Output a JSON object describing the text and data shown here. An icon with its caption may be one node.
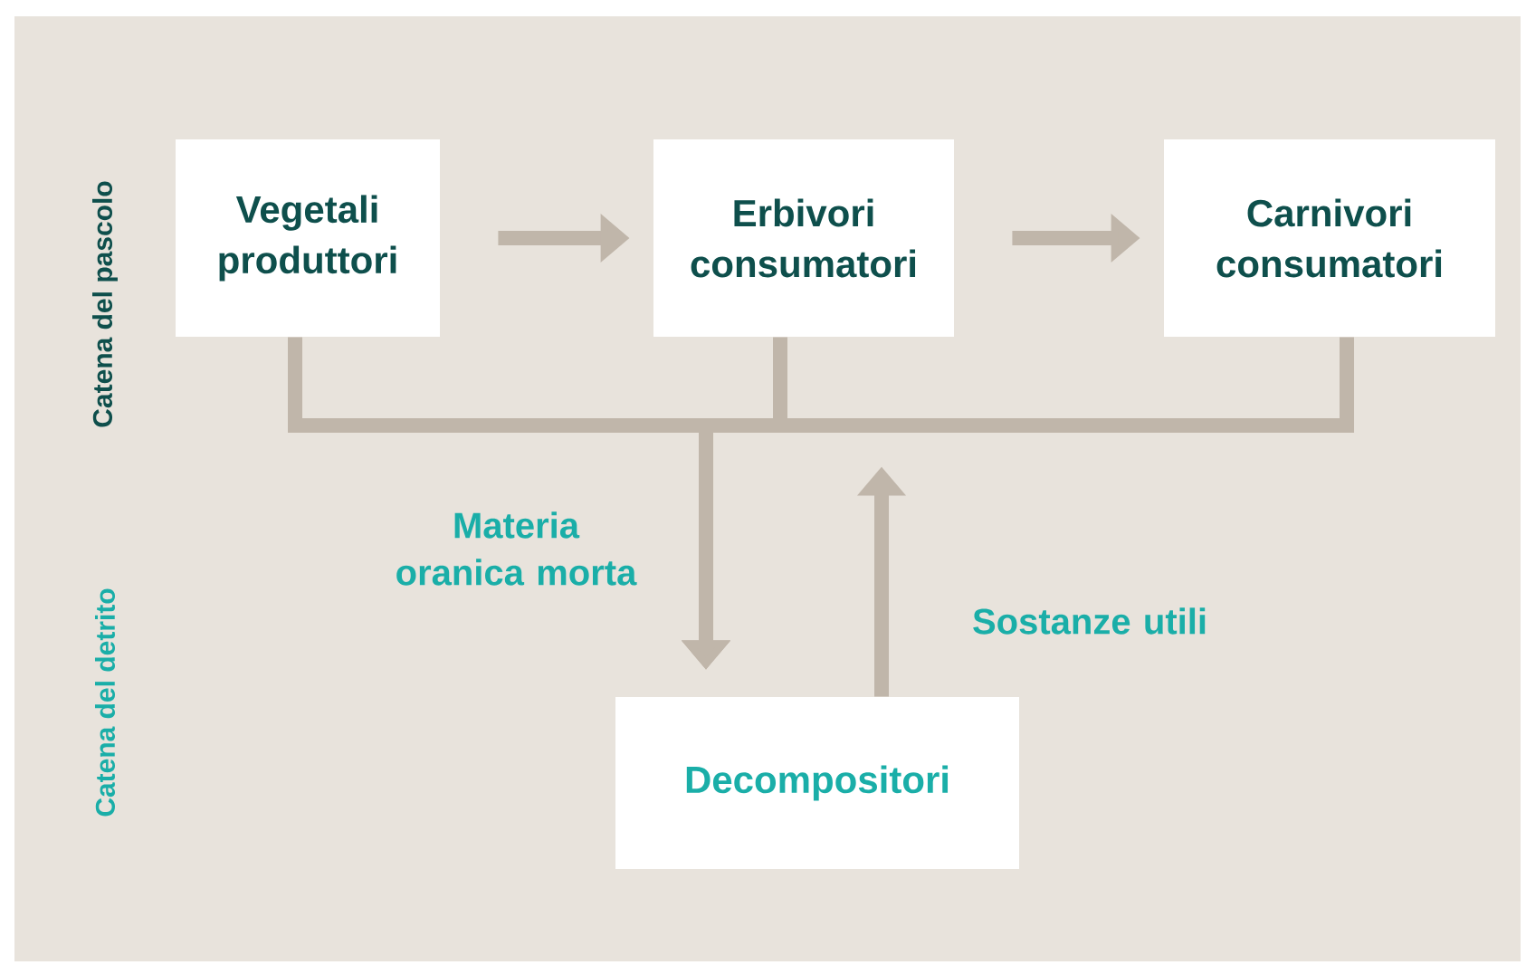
{
  "diagram": {
    "nodes": [
      {
        "text": [
          "Vegetali produttori"
        ]
      },
      {
        "text": [
          "Erbivori consumatori"
        ]
      },
      {
        "text": [
          "Carnivori consumatori"
        ]
      },
      {
        "text": [
          "Decompositori"
        ]
      }
    ],
    "edges": [
      {
        "from": 0,
        "to": 1,
        "arrow": "to"
      },
      {
        "from": 1,
        "to": 2,
        "arrow": "to"
      },
      {
        "from": 0,
        "to": 3,
        "arrow": "to"
      },
      {
        "from": 1,
        "to": 3,
        "arrow": "to",
        "label": "Materia oranica morta"
      },
      {
        "from": 2,
        "to": 3,
        "arrow": "to"
      },
      {
        "from": 3,
        "to": null,
        "arrow": "to",
        "label": "Sostanze utili"
      }
    ],
    "labels": [
      "Catena del pascolo",
      "Catena del detrito"
    ]
  }
}
